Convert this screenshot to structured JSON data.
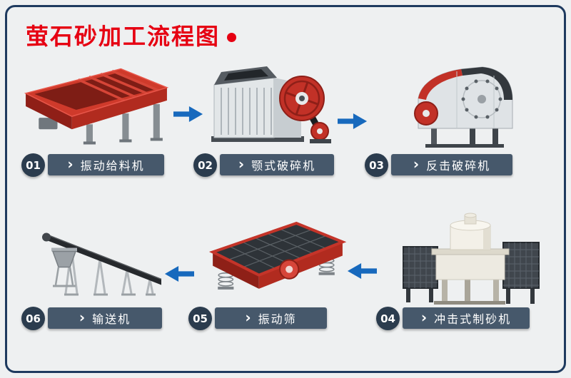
{
  "title": "萤石砂加工流程图",
  "icons": {
    "chevron": "›"
  },
  "colors": {
    "title_red": "#e60012",
    "arrow_blue": "#1769bd",
    "border_navy": "#1e3a5f",
    "label_bg": "#46586b",
    "number_bg": "#2b3c4e",
    "machine_red": "#c23127",
    "background": "#eef0f1"
  },
  "flow": {
    "row1_direction": "left-to-right",
    "row2_direction": "right-to-left"
  },
  "steps": [
    {
      "number": "01",
      "label": "振动给料机",
      "machine": "vibrating-feeder"
    },
    {
      "number": "02",
      "label": "颚式破碎机",
      "machine": "jaw-crusher"
    },
    {
      "number": "03",
      "label": "反击破碎机",
      "machine": "impact-crusher"
    },
    {
      "number": "04",
      "label": "冲击式制砂机",
      "machine": "vsi-sand-maker"
    },
    {
      "number": "05",
      "label": "振动筛",
      "machine": "vibrating-screen"
    },
    {
      "number": "06",
      "label": "输送机",
      "machine": "belt-conveyor"
    }
  ]
}
